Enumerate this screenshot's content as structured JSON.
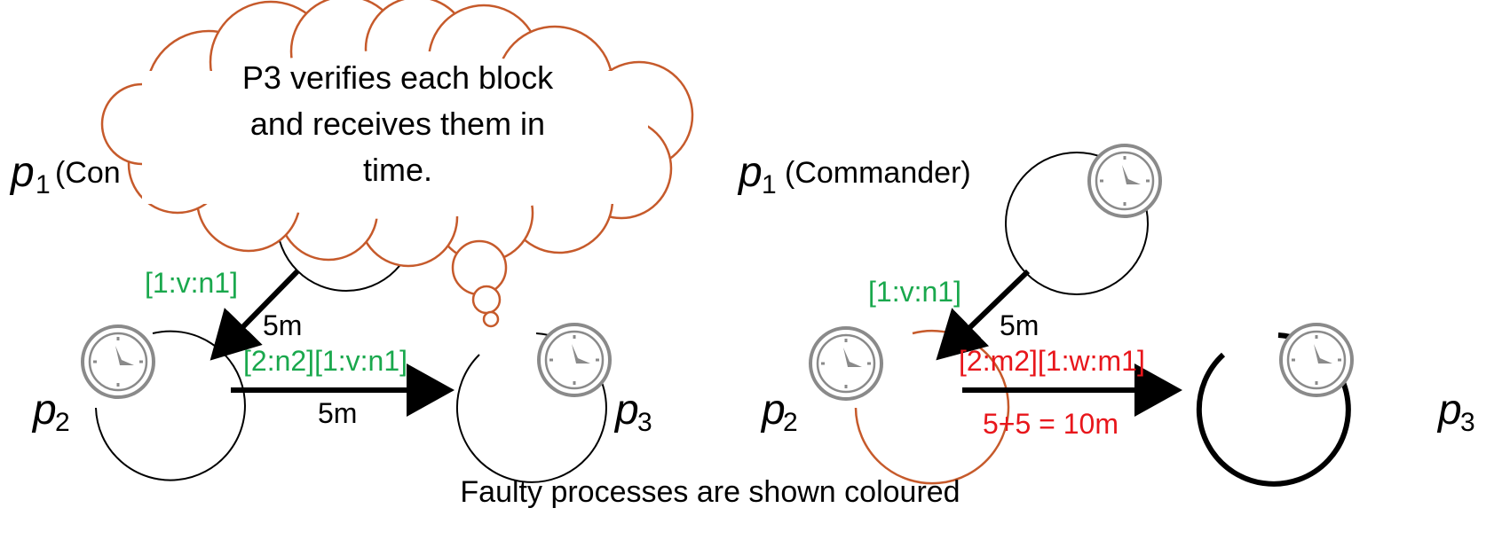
{
  "colors": {
    "ok": "#000000",
    "faulty": "#c65a2b",
    "signed_ok": "#1aa84d",
    "signed_bad": "#e8161b",
    "clock": "#8a8a8a"
  },
  "thought": {
    "lines": [
      "P3 verifies each block",
      "and receives them in",
      "time."
    ]
  },
  "left": {
    "p1": {
      "letter": "p",
      "index": "1",
      "suffix": "(Con"
    },
    "p2": {
      "letter": "p",
      "index": "2"
    },
    "p3": {
      "letter": "p",
      "index": "3"
    },
    "msg_p1_p2": "[1:v:n1]",
    "delay_p1_p2": "5m",
    "msg_p2_p3": "[2:n2][1:v:n1]",
    "delay_p2_p3": "5m"
  },
  "right": {
    "p1": {
      "letter": "p",
      "index": "1",
      "suffix": "(Commander)"
    },
    "p2": {
      "letter": "p",
      "index": "2"
    },
    "p3": {
      "letter": "p",
      "index": "3"
    },
    "msg_p1_p2": "[1:v:n1]",
    "delay_p1_p2": "5m",
    "msg_p2_p3": "[2:m2][1:w:m1]",
    "delay_p2_p3": "5+5 = 10m"
  },
  "caption": "Faulty processes are shown coloured"
}
